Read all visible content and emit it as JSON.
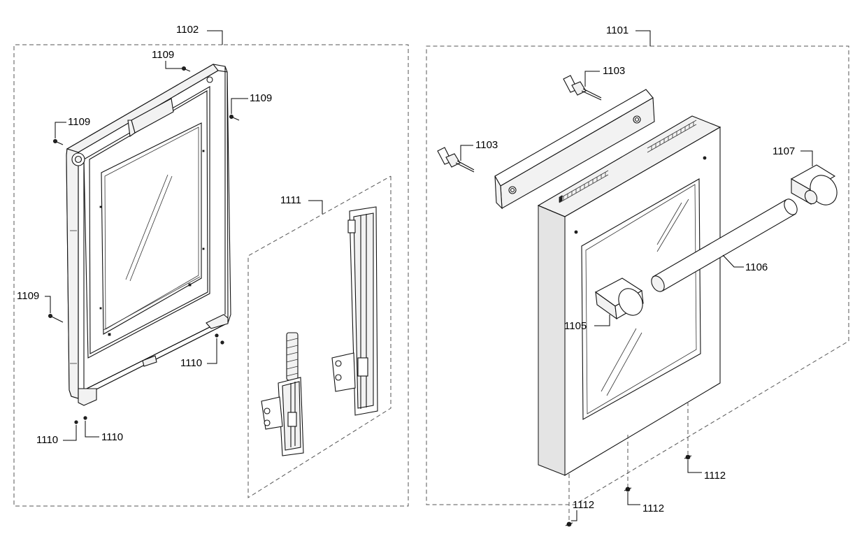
{
  "callouts": {
    "c1102": "1102",
    "c1101": "1101",
    "c1103a": "1103",
    "c1103b": "1103",
    "c1107": "1107",
    "c1106": "1106",
    "c1105": "1105",
    "c1109a": "1109",
    "c1109b": "1109",
    "c1109c": "1109",
    "c1109d": "1109",
    "c1111": "1111",
    "c1110a": "1110",
    "c1110b": "1110",
    "c1110c": "1110",
    "c1112a": "1112",
    "c1112b": "1112",
    "c1112c": "1112"
  }
}
